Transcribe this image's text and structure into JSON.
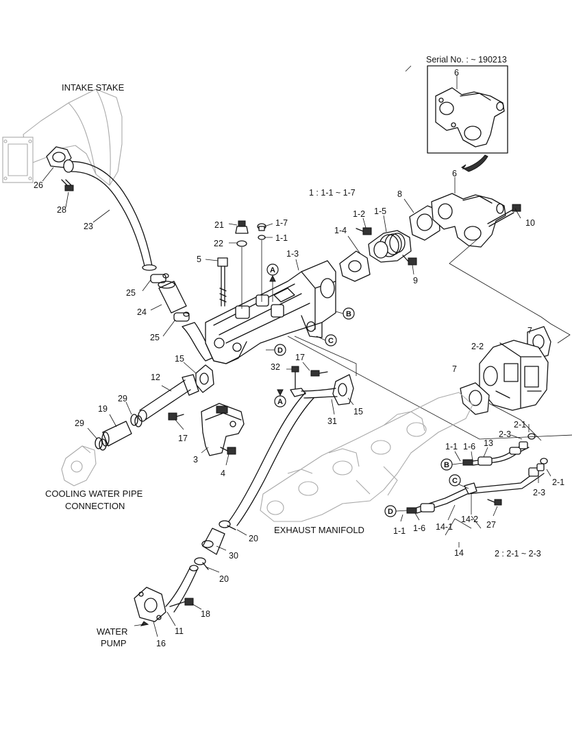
{
  "notes": {
    "serial": "Serial No. : ~ 190213",
    "group1": "1 : 1-1 ~ 1-7",
    "group2": "2 : 2-1 ~ 2-3"
  },
  "areas": {
    "intake": "INTAKE STAKE",
    "cooling_line1": "COOLING WATER PIPE",
    "cooling_line2": "CONNECTION",
    "exhaust": "EXHAUST MANIFOLD",
    "water_line1": "WATER",
    "water_line2": "PUMP"
  },
  "refs": {
    "A": "A",
    "B": "B",
    "C": "C",
    "D": "D"
  },
  "parts": {
    "p6_inset": "6",
    "p6": "6",
    "p10": "10",
    "p8": "8",
    "p9": "9",
    "p1_5": "1-5",
    "p1_2": "1-2",
    "p1_4": "1-4",
    "p1_3": "1-3",
    "p21": "21",
    "p1_7": "1-7",
    "p22": "22",
    "p1_1a": "1-1",
    "p5": "5",
    "p26": "26",
    "p28": "28",
    "p23": "23",
    "p25a": "25",
    "p24": "24",
    "p25b": "25",
    "p7a": "7",
    "p2_2": "2-2",
    "p7b": "7",
    "p15a": "15",
    "p12": "12",
    "p29a": "29",
    "p19": "19",
    "p29b": "29",
    "p17a": "17",
    "p3": "3",
    "p4": "4",
    "p32": "32",
    "p17b": "17",
    "p31": "31",
    "p15b": "15",
    "p2_1a": "2-1",
    "p2_3a": "2-3",
    "p1_1b": "1-1",
    "p1_6a": "1-6",
    "p13": "13",
    "p2_1b": "2-1",
    "p2_3b": "2-3",
    "p1_1c": "1-1",
    "p1_6b": "1-6",
    "p14_2": "14-2",
    "p27": "27",
    "p14_1": "14-1",
    "p14": "14",
    "p20a": "20",
    "p30": "30",
    "p20b": "20",
    "p18": "18",
    "p11": "11",
    "p16": "16"
  }
}
